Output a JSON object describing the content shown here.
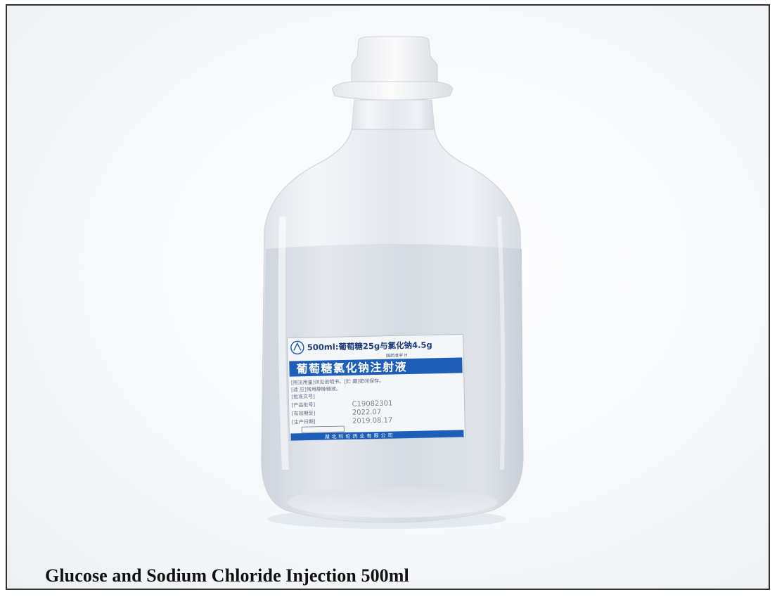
{
  "caption": "Glucose and Sodium Chloride Injection 500ml",
  "bottle_label": {
    "top_line": "500ml:葡萄糖25g与氯化钠4.5g",
    "small_line": "国药准字  H",
    "product_name": "葡萄糖氯化钠注射液",
    "body_line_1": "[用法用量]详见说明书。[贮   藏]密闭保存。",
    "body_line_2": "[适   应]常用静脉输液。",
    "body_line_3": "[批准文号]",
    "batch_label": "[产品批号]",
    "batch_value": "C19082301",
    "expiry_label": "[有效期至]",
    "expiry_value": "2022.07",
    "date_label": "[生产日期]",
    "date_value": "2019.08.17",
    "bottom_strip": "湖北科伦药业有限公司"
  },
  "colors": {
    "label_blue": "#1d5fb8",
    "label_white": "#f4f6f8",
    "liquid": "#d9dee6",
    "cap": "#f2f3f4"
  }
}
